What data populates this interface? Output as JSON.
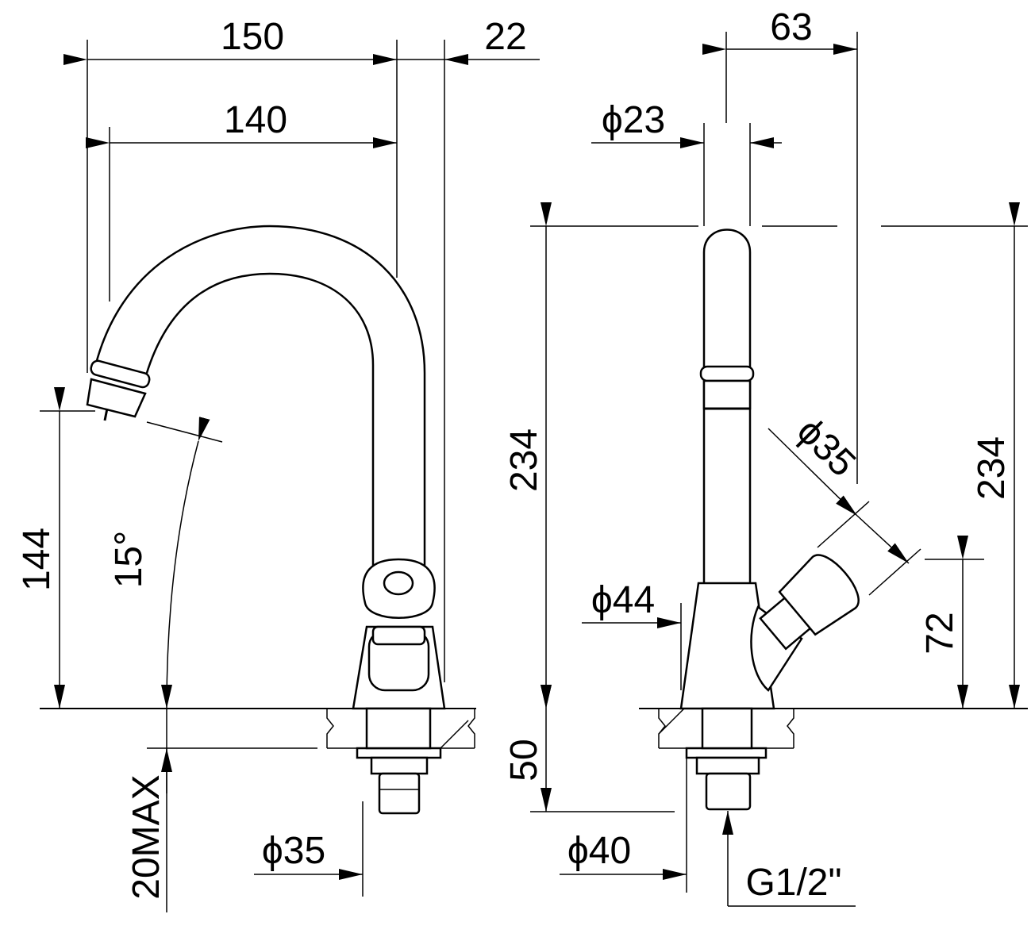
{
  "colors": {
    "line": "#000000",
    "background": "#ffffff"
  },
  "front_view": {
    "dim_width_total": "150",
    "dim_spout_reach": "140",
    "dim_offset": "22",
    "dim_spout_height": "144",
    "dim_angle": "15°",
    "dim_max_thickness": "20MAX",
    "dim_base_diameter": "ϕ35"
  },
  "side_view": {
    "dim_depth": "63",
    "dim_tube_diameter": "ϕ23",
    "dim_height_left": "234",
    "dim_height_right": "234",
    "dim_handle_diameter": "ϕ35",
    "dim_body_diameter": "ϕ44",
    "dim_handle_height": "72",
    "dim_shank_length": "50",
    "dim_flange_diameter": "ϕ40",
    "dim_thread": "G1/2\""
  }
}
